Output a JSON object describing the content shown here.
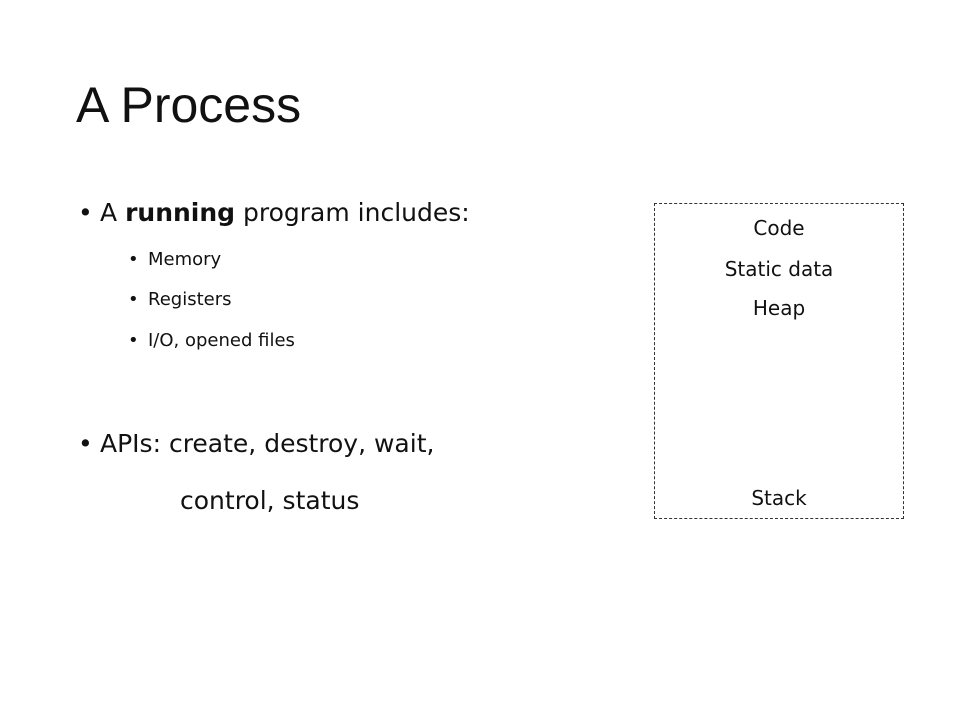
{
  "title": "A Process",
  "bullets": {
    "main1": {
      "prefix": "A ",
      "bold": "running",
      "suffix": " program includes:"
    },
    "sub": [
      "Memory",
      "Registers",
      "I/O, opened files"
    ],
    "main2": {
      "line1": "APIs: create, destroy, wait,",
      "line2": "control, status"
    },
    "bullet_glyph": "•"
  },
  "memory_layout": {
    "segments_top": [
      "Code",
      "Static data",
      "Heap"
    ],
    "segment_bottom": "Stack"
  }
}
